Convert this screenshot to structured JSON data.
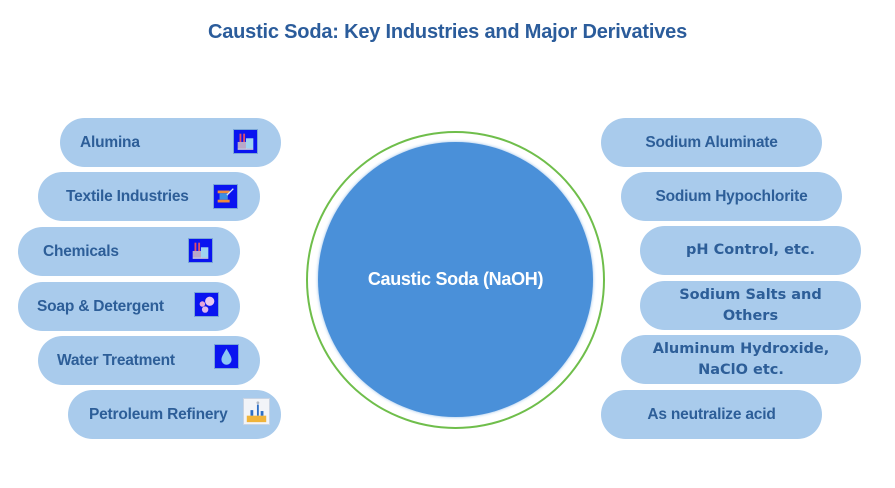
{
  "title": "Caustic Soda: Key Industries and Major Derivatives",
  "center": {
    "label": "Caustic Soda (NaOH)"
  },
  "industries": [
    {
      "label": "Alumina",
      "icon": "factory-icon"
    },
    {
      "label": "Textile Industries",
      "icon": "thread-spool-icon"
    },
    {
      "label": "Chemicals",
      "icon": "factory-icon"
    },
    {
      "label": "Soap & Detergent",
      "icon": "soap-bubbles-icon"
    },
    {
      "label": "Water Treatment",
      "icon": "water-drop-icon"
    },
    {
      "label": "Petroleum Refinery",
      "icon": "oil-refinery-icon"
    }
  ],
  "derivatives": [
    {
      "label": "Sodium Aluminate"
    },
    {
      "label": "Sodium Hypochlorite"
    },
    {
      "label": "pH Control, etc."
    },
    {
      "label": "Sodium Salts and Others"
    },
    {
      "label": "Aluminum Hydroxide, NaClO etc."
    },
    {
      "label": "As neutralize acid"
    }
  ],
  "colors": {
    "title": "#2B5C9B",
    "pill_fill": "#A9CBEC",
    "pill_text": "#2D5E98",
    "center_fill": "#4A90D9",
    "center_ring": "#6FBE4B",
    "icon_bg": "#0A14F0"
  }
}
